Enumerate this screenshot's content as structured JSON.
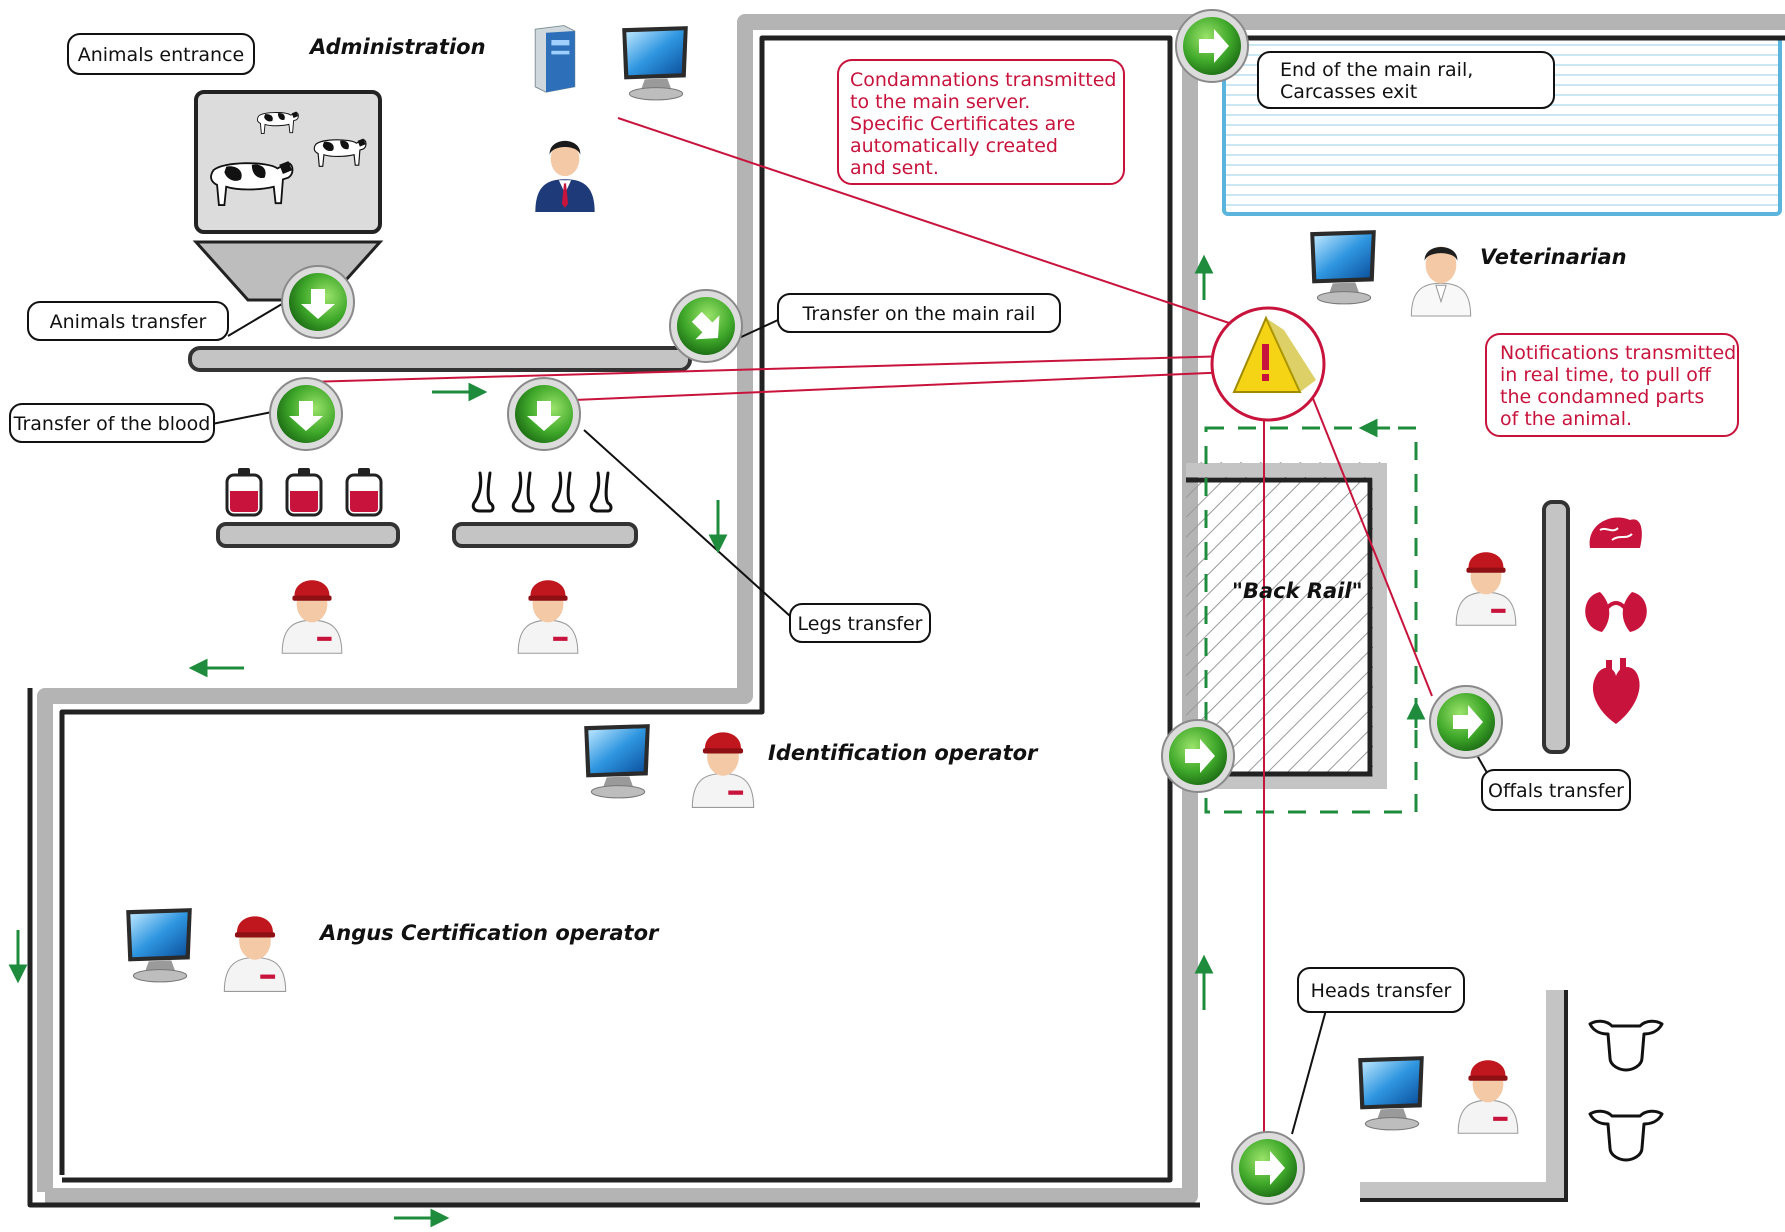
{
  "labels": {
    "animals_entrance": "Animals entrance",
    "administration": "Administration",
    "animals_transfer": "Animals transfer",
    "transfer_main_rail": "Transfer on the main rail",
    "transfer_blood": "Transfer of the blood",
    "legs_transfer": "Legs transfer",
    "end_main_rail_1": "End of the main rail,",
    "end_main_rail_2": "Carcasses exit",
    "veterinarian": "Veterinarian",
    "back_rail": "\"Back Rail\"",
    "offals_transfer": "Offals transfer",
    "identification_operator": "Identification operator",
    "angus_operator": "Angus Certification operator",
    "heads_transfer": "Heads transfer"
  },
  "notes": {
    "condemnations": [
      "Condamnations transmitted",
      "to the main server.",
      "Specific Certificates are",
      "automatically created",
      "and sent."
    ],
    "notifications": [
      "Notifications transmitted",
      "in real time, to pull off",
      "the condamned parts",
      "of the animal."
    ]
  },
  "colors": {
    "accent_red": "#c8143c",
    "flow_green": "#1e8c3c",
    "rail_gray": "#b4b4b4",
    "cold_room_blue": "#5ab4dc"
  },
  "icons": [
    "cows-icon",
    "computer-tower-icon",
    "monitor-icon",
    "administrator-icon",
    "operator-icon",
    "veterinarian-icon",
    "warning-icon",
    "blood-bag-icon",
    "hoof-icon",
    "brain-icon",
    "kidney-icon",
    "heart-icon",
    "cow-head-icon",
    "arrow-button-icon"
  ]
}
